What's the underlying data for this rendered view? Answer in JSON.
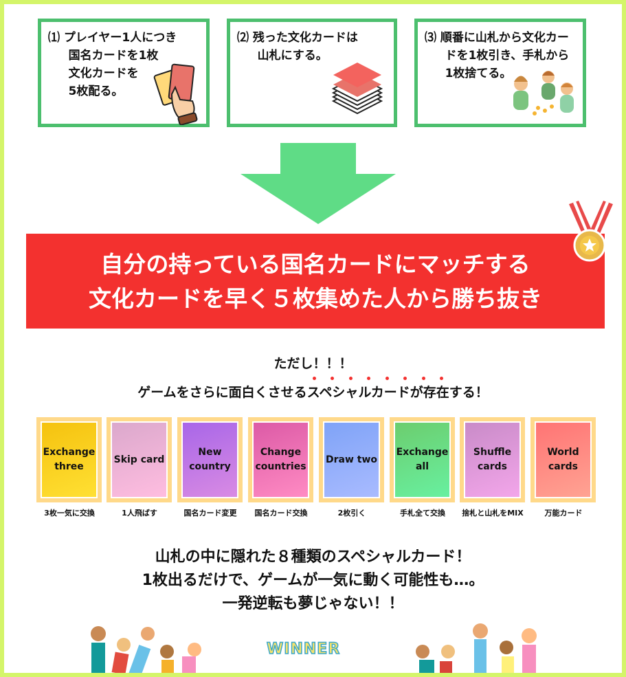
{
  "steps": [
    {
      "text": "⑴ プレイヤー1人につき\n     国名カードを1枚\n     文化カードを\n     5枚配る。"
    },
    {
      "text": "⑵ 残った文化カードは\n     山札にする。"
    },
    {
      "text": "⑶ 順番に山札から文化カー\n     ドを1枚引き、手札から\n     1枚捨てる。"
    }
  ],
  "banner": {
    "line1": "自分の持っている国名カードにマッチする",
    "line2": "文化カードを早く５枚集めた人から勝ち抜き"
  },
  "note": {
    "line1": "ただし！！！",
    "line2": "ゲームをさらに面白くさせるスペシャルカードが存在する！"
  },
  "cards": [
    {
      "name": "Exchange\nthree",
      "label": "3枚一気に交換",
      "color1": "#f5c20f",
      "color2": "#ffe033"
    },
    {
      "name": "Skip card",
      "label": "1人飛ばす",
      "color1": "#dba8cc",
      "color2": "#ffbde0"
    },
    {
      "name": "New\ncountry",
      "label": "国名カード変更",
      "color1": "#a866e8",
      "color2": "#d98be3"
    },
    {
      "name": "Change\ncountries",
      "label": "国名カード交換",
      "color1": "#dc5aa6",
      "color2": "#ff8bc3"
    },
    {
      "name": "Draw two",
      "label": "2枚引く",
      "color1": "#7fa3f7",
      "color2": "#a9bbff"
    },
    {
      "name": "Exchange\nall",
      "label": "手札全て交換",
      "color1": "#6ccd6e",
      "color2": "#68f0a0"
    },
    {
      "name": "Shuffle\ncards",
      "label": "捨札と山札をMIX",
      "color1": "#c98bc8",
      "color2": "#f3a6ea"
    },
    {
      "name": "World\ncards",
      "label": "万能カード",
      "color1": "#ff7474",
      "color2": "#ffa393"
    }
  ],
  "bottom": {
    "line1": "山札の中に隠れた８種類のスペシャルカード！",
    "line2": "1枚出るだけで、ゲームが一気に動く可能性も…。",
    "line3": "一発逆転も夢じゃない！！"
  },
  "winner_logo": "WINNER"
}
